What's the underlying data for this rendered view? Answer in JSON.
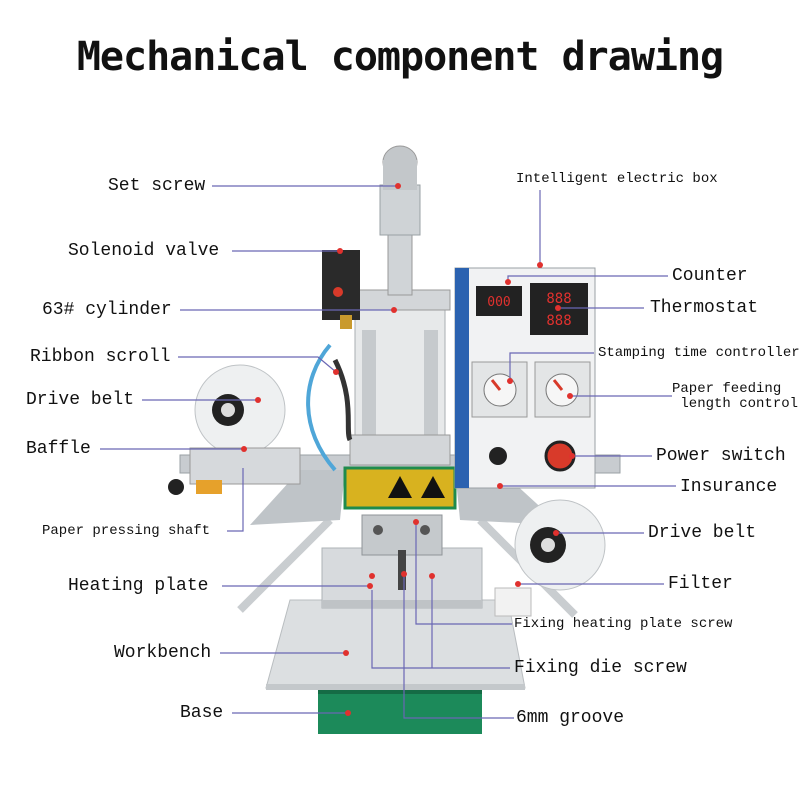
{
  "title": "Mechanical component drawing",
  "colors": {
    "leader": "#6a67b4",
    "dot": "#e0312e",
    "base_green": "#1c8a5a",
    "panel_blue": "#2b62b0",
    "metal": "#cfd3d6"
  },
  "labels": {
    "set_screw": "Set screw",
    "solenoid_valve": "Solenoid valve",
    "cylinder": "63# cylinder",
    "ribbon_scroll": "Ribbon scroll",
    "drive_belt_left": "Drive belt",
    "baffle": "Baffle",
    "paper_pressing_shaft": "Paper pressing shaft",
    "heating_plate": "Heating plate",
    "workbench": "Workbench",
    "base": "Base",
    "intelligent_box": "Intelligent electric box",
    "counter": "Counter",
    "thermostat": "Thermostat",
    "stamping_time": "Stamping time controller",
    "paper_feeding": "Paper feeding\n length control",
    "power_switch": "Power switch",
    "insurance": "Insurance",
    "drive_belt_right": "Drive belt",
    "filter": "Filter",
    "fixing_heating_plate_screw": "Fixing heating plate screw",
    "fixing_die_screw": "Fixing die screw",
    "groove": "6mm groove"
  },
  "machine_text": {
    "thermostat_display_top": "888",
    "thermostat_display_bottom": "888",
    "counter_display": "000"
  }
}
